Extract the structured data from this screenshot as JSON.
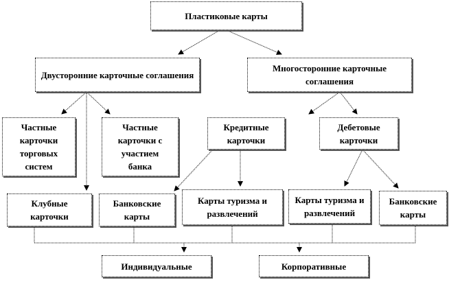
{
  "nodes": {
    "root": "Пластиковые карты",
    "bilateral": "Двусторонние карточные соглашения",
    "multilateral": "Многосторонние карточные соглашения",
    "private_trade": "Частные карточки торговых систем",
    "private_bank": "Частные карточки с участием банка",
    "credit": "Кредитные карточки",
    "debit": "Дебетовые карточки",
    "club": "Клубные карточки",
    "bank1": "Банковские карты",
    "tourism1": "Карты туризма и развлечений",
    "tourism2": "Карты туризма и развлечений",
    "bank2": "Банковские карты",
    "individual": "Индивидуальные",
    "corporate": "Корпоративные"
  }
}
